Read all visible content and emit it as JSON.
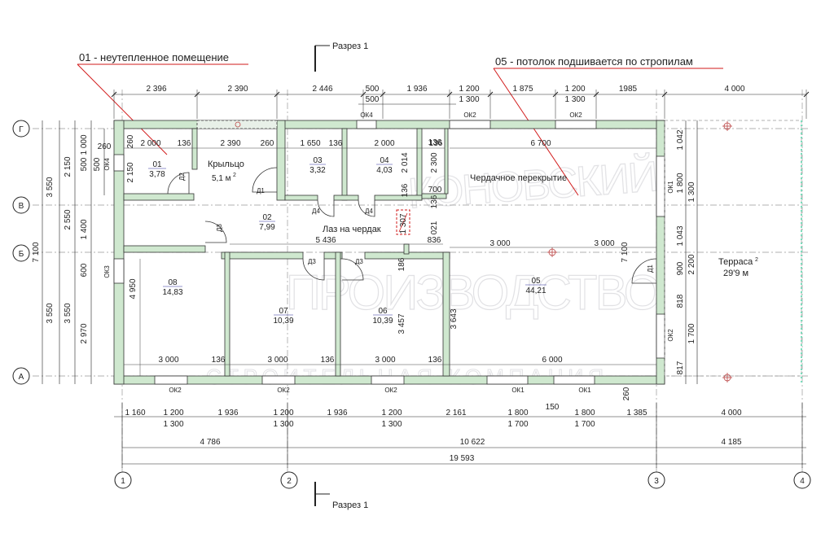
{
  "notes": {
    "note_unheated": "01 - неутепленное помещение",
    "note_ceiling": "05 - потолок подшивается по стропилам"
  },
  "sections": {
    "top": "Разрез 1",
    "bottom": "Разрез 1"
  },
  "axes": {
    "columns": [
      "1",
      "2",
      "3",
      "4"
    ],
    "rows": [
      "Г",
      "В",
      "Б",
      "А"
    ]
  },
  "rooms": [
    {
      "id": "01",
      "area": "3,78"
    },
    {
      "id": "02",
      "area": "7,99"
    },
    {
      "id": "03",
      "area": "3,32"
    },
    {
      "id": "04",
      "area": "4,03"
    },
    {
      "id": "05",
      "area": "44,21"
    },
    {
      "id": "06",
      "area": "10,39"
    },
    {
      "id": "07",
      "area": "10,39"
    },
    {
      "id": "08",
      "area": "14,83"
    }
  ],
  "labels": {
    "porch": "Крыльцо",
    "porch_area": "5,1 м",
    "attic_floor": "Чердачное перекрытие",
    "attic_hatch": "Лаз на чердак",
    "terrace": "Терраса",
    "terrace_area": "29'9 м",
    "sup2": "2"
  },
  "windows": {
    "top": [
      "ОК4",
      "ОК2",
      "ОК2"
    ],
    "bottom": [
      "ОК2",
      "ОК2",
      "ОК2",
      "ОК1",
      "ОК1"
    ],
    "left": [
      "ОК4",
      "ОК3"
    ],
    "right": [
      "ОК1",
      "ОК2"
    ]
  },
  "doors": [
    "Д1",
    "Д2",
    "Д3",
    "Д3",
    "Д3",
    "Д4",
    "Д4",
    "Д1"
  ],
  "dims_top_row1": [
    "2 396",
    "2 390",
    "2 446",
    "500",
    "1 936",
    "1 200",
    "1 875",
    "1 200",
    "1985",
    "4 000"
  ],
  "dims_top_row2": [
    "500",
    "1 300",
    "1 300"
  ],
  "dims_bottom_row1": [
    "1 160",
    "1 200",
    "1 936",
    "1 200",
    "1 936",
    "1 200",
    "2 161",
    "1 800",
    "150",
    "1 800",
    "1 385",
    "4 000"
  ],
  "dims_bottom_row2": [
    "1 300",
    "1 300",
    "1 300",
    "1 700",
    "1 700"
  ],
  "dims_bottom_row3": [
    "4 786",
    "10 622",
    "4 185"
  ],
  "dims_bottom_total": "19 593",
  "dims_left_outer": [
    "3 550",
    "7 100",
    "3 550"
  ],
  "dims_left_inner": [
    "2 150",
    "2 550",
    "3 550"
  ],
  "dims_left_col3": [
    "1 000",
    "500",
    "1 400",
    "600",
    "2 970"
  ],
  "dims_left_col4": [
    "500"
  ],
  "dims_right": [
    "1 042",
    "1 800",
    "1 300",
    "1 043",
    "900",
    "2 200",
    "818",
    "1 700",
    "817"
  ],
  "dims_interior": [
    "260",
    "2 000",
    "136",
    "2 390",
    "260",
    "1 650",
    "136",
    "2 000",
    "136",
    "6 700",
    "260",
    "2 150",
    "2 014",
    "136",
    "2 300",
    "700",
    "136",
    "136",
    "1 307",
    "5 436",
    "021",
    "836",
    "3 000",
    "3 000",
    "186",
    "4 950",
    "3 457",
    "3 643",
    "7 100",
    "3 000",
    "136",
    "3 000",
    "136",
    "3 000",
    "136",
    "6 000",
    "260"
  ],
  "watermark": {
    "line1": "КОНОВСКИЙ",
    "line2": "ПРОИЗВОДСТВО",
    "line3": "СТРОИТЕЛЬНАЯ КОМПАНИЯ"
  }
}
